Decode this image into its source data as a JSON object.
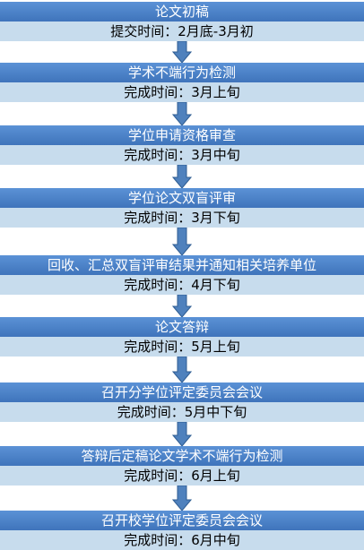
{
  "steps": [
    {
      "title": "论文初稿",
      "time": "提交时间：2月底-3月初"
    },
    {
      "title": "学术不端行为检测",
      "time": "完成时间：3月上旬"
    },
    {
      "title": "学位申请资格审查",
      "time": "完成时间：3月中旬"
    },
    {
      "title": "学位论文双盲评审",
      "time": "完成时间：3月下旬"
    },
    {
      "title": "回收、汇总双盲评审结果并通知相关培养单位",
      "time": "完成时间：4月下旬"
    },
    {
      "title": "论文答辩",
      "time": "完成时间：5月上旬"
    },
    {
      "title": "召开分学位评定委员会会议",
      "time": "完成时间：5月中下旬"
    },
    {
      "title": "答辩后定稿论文学术不端行为检测",
      "time": "完成时间：6月上旬"
    },
    {
      "title": "召开校学位评定委员会会议",
      "time": "完成时间：6月中旬"
    }
  ],
  "colors": {
    "title_bg": "#4a82c9",
    "time_bg": "#c7dced",
    "arrow_fill": "#4f81bd",
    "arrow_stroke": "#2f5d93"
  }
}
